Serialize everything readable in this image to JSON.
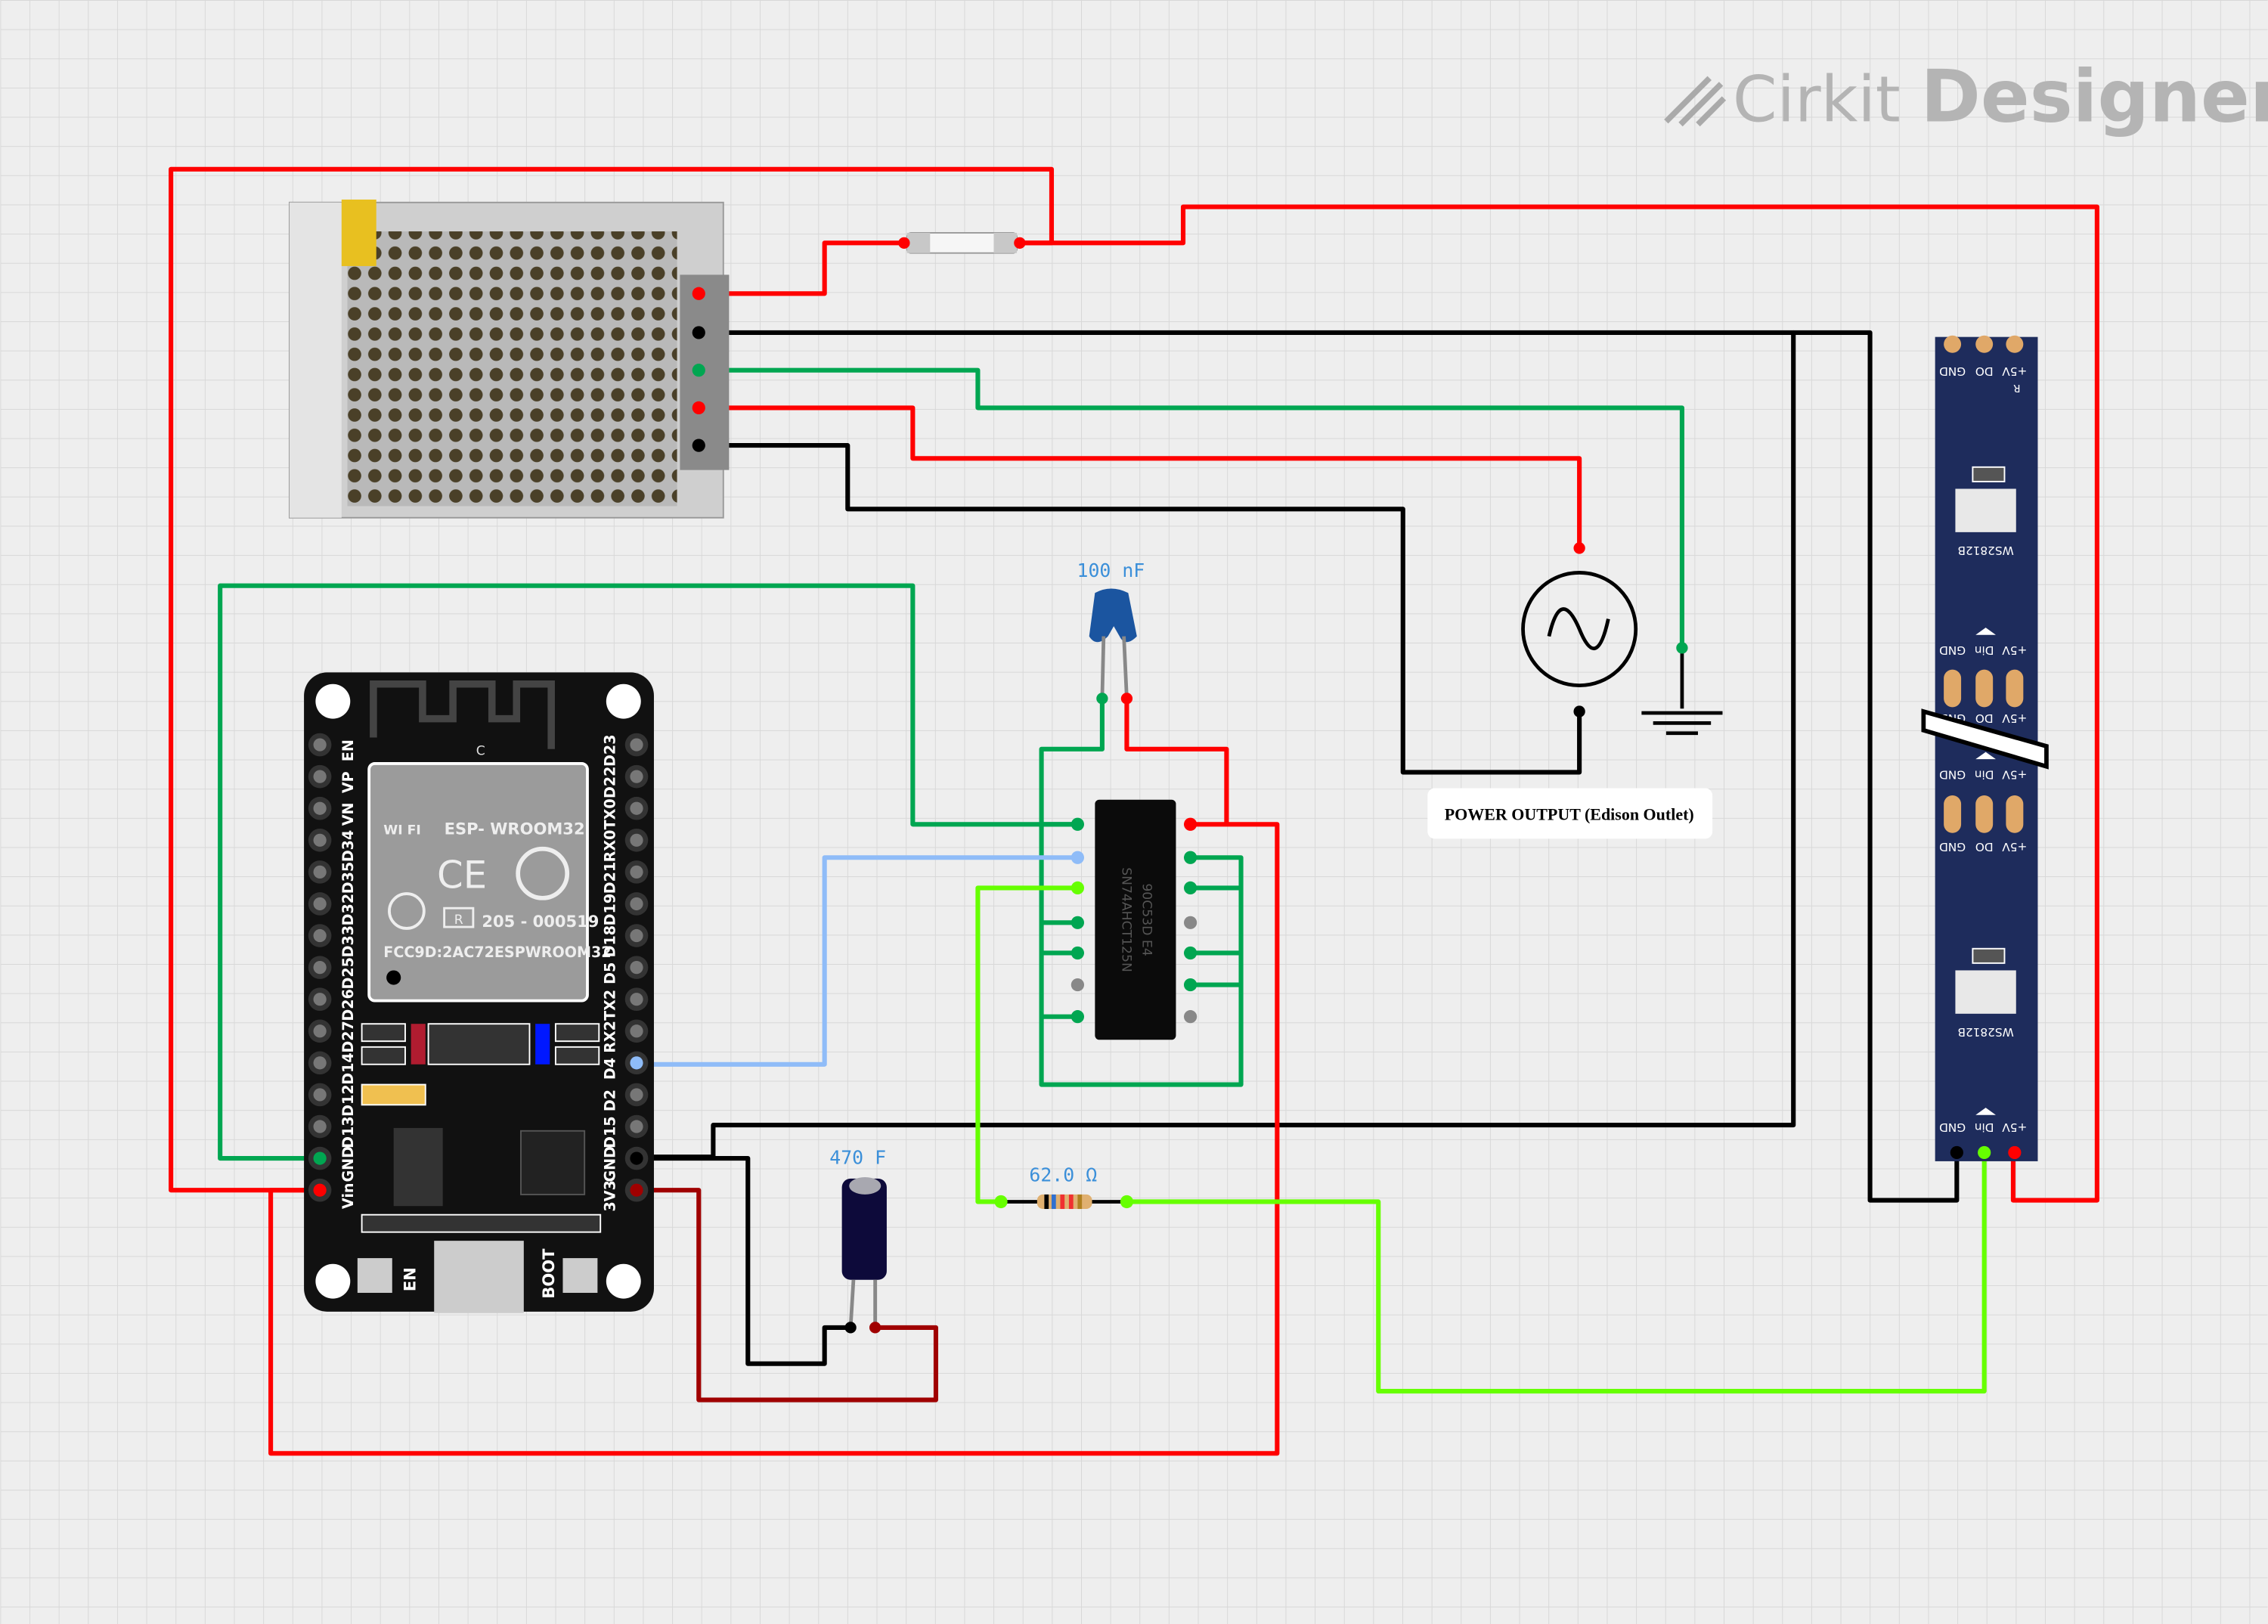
{
  "logo": {
    "brand": "Cirkit",
    "product": "Designer"
  },
  "colors": {
    "background": "#eeeeee",
    "grid": "#d6d6d6",
    "wire_red": "#ff0000",
    "wire_black": "#000000",
    "wire_green": "#00a651",
    "wire_blue": "#8fbcf8",
    "wire_lime": "#66ff00",
    "wire_darkred": "#a00000",
    "label_blue": "#3b8fd9",
    "esp_board": "#111111",
    "strip_board": "#1e2c5c"
  },
  "components": {
    "power_supply": {
      "icon": "switching-power-supply"
    },
    "fuse": {
      "icon": "glass-fuse"
    },
    "ceramic_capacitor": {
      "value_label": "100 nF"
    },
    "electrolytic_capacitor": {
      "value_label": "470 F"
    },
    "resistor": {
      "value_label": "62.0 Ω"
    },
    "ac_source": {
      "icon": "ac-source-symbol"
    },
    "ground": {
      "icon": "ground-symbol"
    },
    "power_output_label": "POWER OUTPUT (Edison Outlet)",
    "level_shifter": {
      "line1": "90C53D E4",
      "line2": "SN74AHCT125N"
    },
    "esp32": {
      "module_name": "ESP- WROOM32",
      "cert_id": "205 - 000519",
      "fcc_id": "FCC9D:2AC72ESPWROOM32",
      "wifi_badge": "WI FI",
      "ce_mark": "CE",
      "r_mark": "R",
      "antenna_mark": "C",
      "en_button": "EN",
      "boot_button": "BOOT",
      "left_pins": [
        "EN",
        "VP",
        "VN",
        "D34",
        "D35",
        "D32",
        "D33",
        "D25",
        "D26",
        "D27",
        "D14",
        "D12",
        "D13",
        "GND",
        "Vin"
      ],
      "right_pins": [
        "D23",
        "D22",
        "TX0",
        "RX0",
        "D21",
        "D19",
        "D18",
        "D5",
        "TX2",
        "RX2",
        "D4",
        "D2",
        "D15",
        "GND",
        "3V3"
      ]
    },
    "led_strip": {
      "pin_labels": [
        "GND",
        "DO",
        "+5V"
      ],
      "input_labels": [
        "GND",
        "Din",
        "+5V"
      ],
      "chip_label": "WS2812B",
      "r_mark": "R"
    }
  }
}
